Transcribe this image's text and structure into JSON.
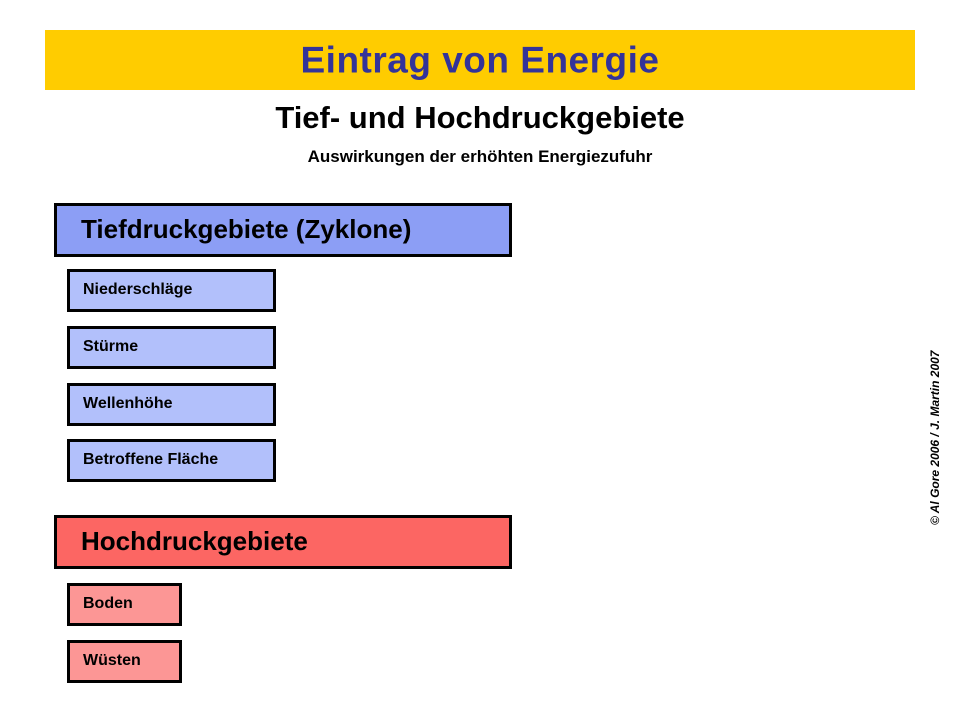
{
  "banner": {
    "title": "Eintrag von Energie",
    "background_color": "#ffcc00",
    "text_color": "#333399"
  },
  "headings": {
    "heading": "Tief- und Hochdruckgebiete",
    "subheading": "Auswirkungen der erhöhten Energiezufuhr"
  },
  "sections": [
    {
      "id": "low-pressure",
      "header": "Tiefdruckgebiete (Zyklone)",
      "header_color": "#8c9ef5",
      "item_color": "#b2c0fb",
      "items": [
        {
          "label": "Niederschläge"
        },
        {
          "label": "Stürme"
        },
        {
          "label": "Wellenhöhe"
        },
        {
          "label": "Betroffene Fläche"
        }
      ]
    },
    {
      "id": "high-pressure",
      "header": "Hochdruckgebiete",
      "header_color": "#fc6663",
      "item_color": "#fc9695",
      "items": [
        {
          "label": "Boden"
        },
        {
          "label": "Wüsten"
        }
      ]
    }
  ],
  "footer": {
    "copyright": "© Al Gore 2006 / J. Martin 2007"
  }
}
